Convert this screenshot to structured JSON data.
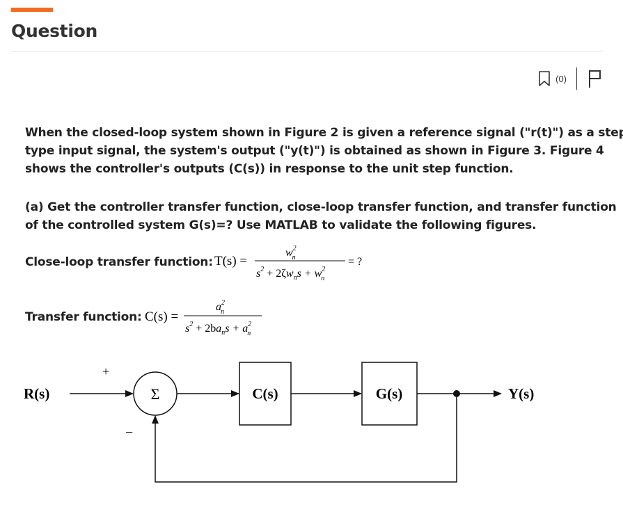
{
  "header": {
    "title": "Question",
    "accent_color": "#f26b21",
    "rating_count": "(0)",
    "bookmark_icon": "bookmark-icon",
    "flag_icon": "flag-icon"
  },
  "question": {
    "paragraph1": [
      "When the closed-loop system shown in Figure 2 is given a reference signal (\"r(t)\") as a step",
      "type input signal, the system's output (\"y(t)\") is obtained as shown in Figure 3. Figure 4",
      "shows the controller's outputs (C(s)) in response to the unit step function."
    ],
    "paragraph2": [
      "(a) Get the controller transfer function, close-loop transfer function, and transfer function",
      "of the controlled system G(s)=? Use MATLAB to validate the following figures."
    ],
    "closed_loop_label": "Close-loop transfer function:",
    "transfer_label": "Transfer function:"
  },
  "diagram": {
    "input": "R(s)",
    "output": "Y(s)",
    "summer": "Σ",
    "plus_sign": "+",
    "minus_sign": "−",
    "controller": "C(s)",
    "plant": "G(s)"
  }
}
